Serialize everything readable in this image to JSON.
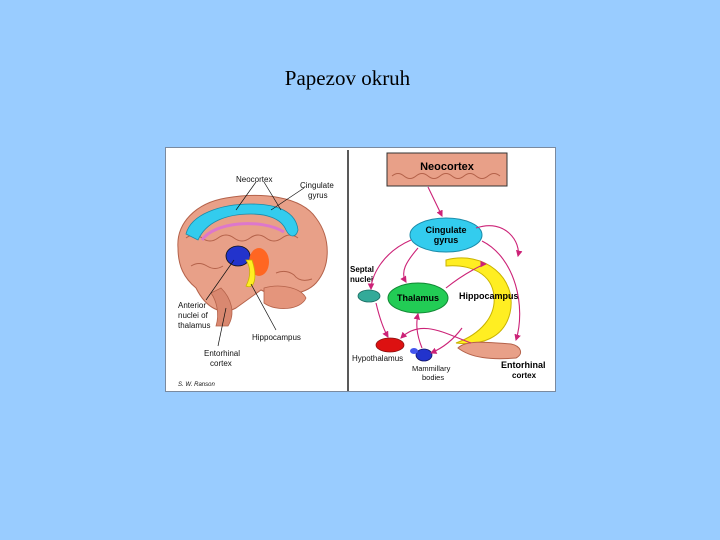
{
  "slide": {
    "title": "Papezov okruh"
  },
  "left_panel": {
    "labels": {
      "neocortex": "Neocortex",
      "cingulate_1": "Cingulate",
      "cingulate_2": "gyrus",
      "anterior_1": "Anterior",
      "anterior_2": "nuclei of",
      "anterior_3": "thalamus",
      "hippocampus": "Hippocampus",
      "entorhinal_1": "Entorhinal",
      "entorhinal_2": "cortex"
    },
    "signature": "S. W. Ranson"
  },
  "right_panel": {
    "labels": {
      "neocortex": "Neocortex",
      "cingulate_1": "Cingulate",
      "cingulate_2": "gyrus",
      "septal_1": "Septal",
      "septal_2": "nuclei",
      "thalamus": "Thalamus",
      "hippocampus": "Hippocampus",
      "hypothalamus": "Hypothalamus",
      "mammillary_1": "Mammillary",
      "mammillary_2": "bodies",
      "entorhinal_1": "Entorhinal",
      "entorhinal_2": "cortex"
    }
  },
  "colors": {
    "background": "#99ccff",
    "cingulate": "#33ccee",
    "hippocampus": "#ffee22",
    "thalamus": "#22cc55",
    "hypothalamus": "#dd1111",
    "mammillary": "#2233cc",
    "cortex": "#e8a088",
    "pathway": "#cc2277"
  }
}
